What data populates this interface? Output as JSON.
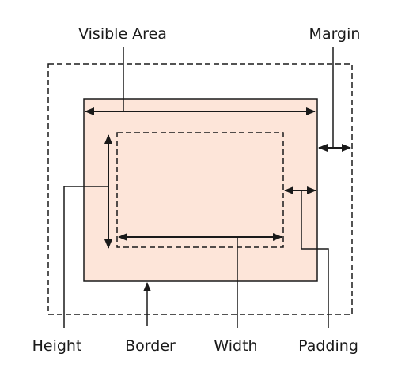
{
  "labels": {
    "visible_area": "Visible Area",
    "margin": "Margin",
    "height": "Height",
    "border": "Border",
    "width": "Width",
    "padding": "Padding"
  },
  "colors": {
    "border_fill": "#fde5d9",
    "stroke": "#1a1a1a",
    "background": "#ffffff"
  }
}
